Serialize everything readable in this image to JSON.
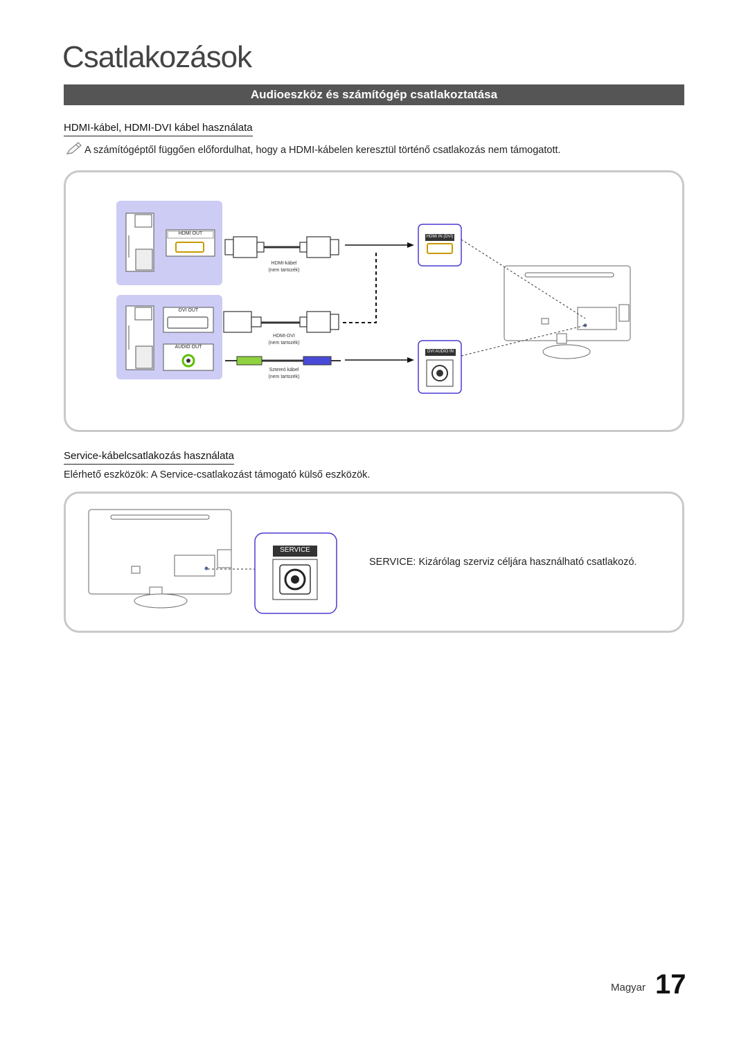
{
  "header": {
    "title": "Csatlakozások"
  },
  "section": {
    "title": "Audioeszköz és számítógép csatlakoztatása"
  },
  "hdmi": {
    "subtitle": "HDMI-kábel, HDMI-DVI kábel használata",
    "note": "A számítógéptől függően előfordulhat, hogy a HDMI-kábelen keresztül történő csatlakozás nem támogatott.",
    "note_icon": "pencil-note-icon",
    "diagram": {
      "pc_hdmi_port": "HDMI OUT",
      "pc_dvi_port": "DVI OUT",
      "pc_audio_port": "AUDIO OUT",
      "tv_hdmi_port": "HDMI IN (DVI)",
      "tv_audio_port": "DVI AUDIO IN",
      "cable_hdmi_name": "HDMI-kábel",
      "cable_hdmi_note": "(nem tartozék)",
      "cable_dvi_name": "HDMI-DVI",
      "cable_dvi_note": "(nem tartozék)",
      "cable_stereo_name": "Sztereó kábel",
      "cable_stereo_note": "(nem tartozék)"
    }
  },
  "service": {
    "subtitle": "Service-kábelcsatlakozás használata",
    "devices_text": "Elérhető eszközök: A Service-csatlakozást támogató külső eszközök.",
    "port_label": "SERVICE",
    "caption_label": "SERVICE",
    "caption_text": ": Kizárólag szerviz céljára használható csatlakozó."
  },
  "footer": {
    "language": "Magyar",
    "page_number": "17"
  },
  "colors": {
    "bar": "#555555",
    "pc_panel": "#ccccf5",
    "port_border": "#4a3ad0",
    "panel_border": "#c9c9c9"
  }
}
